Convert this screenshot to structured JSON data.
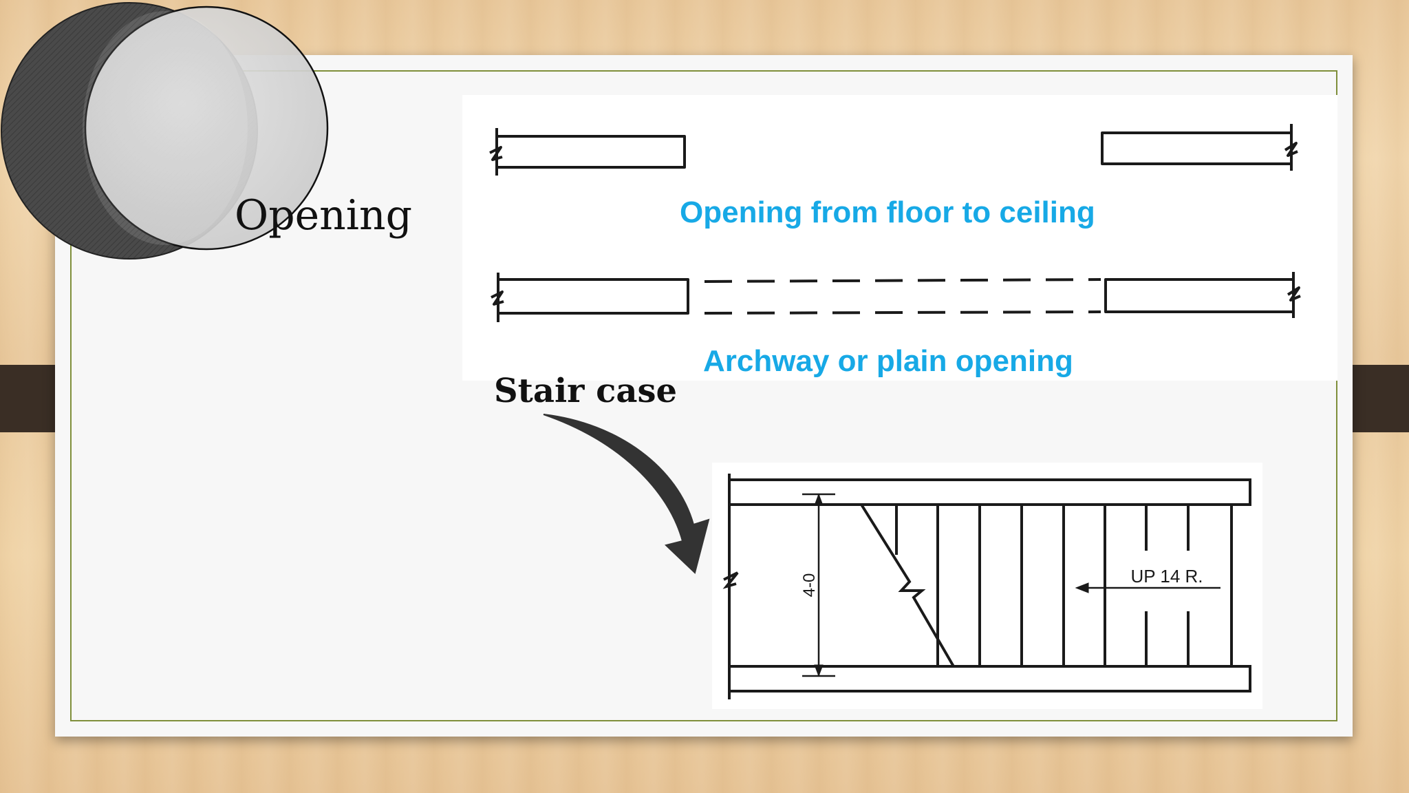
{
  "badge": {
    "title": "Opening"
  },
  "captions": {
    "floor_to_ceiling": "Opening from floor to ceiling",
    "archway": "Archway or plain opening"
  },
  "stair": {
    "label": "Stair case",
    "width_dimension": "4-0",
    "direction_note": "UP 14 R."
  },
  "colors": {
    "caption_blue": "#17a9e6",
    "border_green": "#7f8f3a",
    "dark_tab": "#3a2e25"
  }
}
